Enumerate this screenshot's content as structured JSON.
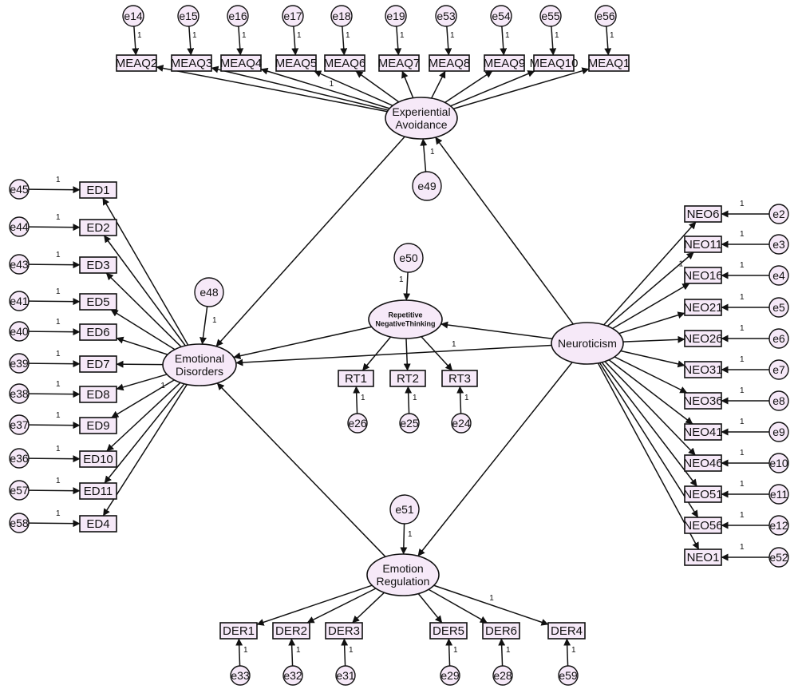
{
  "diagram": {
    "latents": {
      "ea": [
        "Experiential",
        "Avoidance"
      ],
      "ed": [
        "Emotional",
        "Disorders"
      ],
      "rnt": [
        "Repetitive",
        "NegativeThinking"
      ],
      "neu": [
        "Neuroticism"
      ],
      "er": [
        "Emotion",
        "Regulation"
      ]
    },
    "meaq": [
      {
        "item": "MEAQ2",
        "err": "e14"
      },
      {
        "item": "MEAQ3",
        "err": "e15"
      },
      {
        "item": "MEAQ4",
        "err": "e16"
      },
      {
        "item": "MEAQ5",
        "err": "e17"
      },
      {
        "item": "MEAQ6",
        "err": "e18"
      },
      {
        "item": "MEAQ7",
        "err": "e19"
      },
      {
        "item": "MEAQ8",
        "err": "e53"
      },
      {
        "item": "MEAQ9",
        "err": "e54"
      },
      {
        "item": "MEAQ10",
        "err": "e55"
      },
      {
        "item": "MEAQ1",
        "err": "e56"
      }
    ],
    "ed_items": [
      {
        "item": "ED1",
        "err": "e45"
      },
      {
        "item": "ED2",
        "err": "e44"
      },
      {
        "item": "ED3",
        "err": "e43"
      },
      {
        "item": "ED5",
        "err": "e41"
      },
      {
        "item": "ED6",
        "err": "e40"
      },
      {
        "item": "ED7",
        "err": "e39"
      },
      {
        "item": "ED8",
        "err": "e38"
      },
      {
        "item": "ED9",
        "err": "e37"
      },
      {
        "item": "ED10",
        "err": "e36"
      },
      {
        "item": "ED11",
        "err": "e57"
      },
      {
        "item": "ED4",
        "err": "e58"
      }
    ],
    "neo": [
      {
        "item": "NEO6",
        "err": "e2"
      },
      {
        "item": "NEO11",
        "err": "e3"
      },
      {
        "item": "NEO16",
        "err": "e4"
      },
      {
        "item": "NEO21",
        "err": "e5"
      },
      {
        "item": "NEO26",
        "err": "e6"
      },
      {
        "item": "NEO31",
        "err": "e7"
      },
      {
        "item": "NEO36",
        "err": "e8"
      },
      {
        "item": "NEO41",
        "err": "e9"
      },
      {
        "item": "NEO46",
        "err": "e10"
      },
      {
        "item": "NEO51",
        "err": "e11"
      },
      {
        "item": "NEO56",
        "err": "e12"
      },
      {
        "item": "NEO1",
        "err": "e52"
      }
    ],
    "rt": [
      {
        "item": "RT1",
        "err": "e26"
      },
      {
        "item": "RT2",
        "err": "e25"
      },
      {
        "item": "RT3",
        "err": "e24"
      }
    ],
    "der": [
      {
        "item": "DER1",
        "err": "e33"
      },
      {
        "item": "DER2",
        "err": "e32"
      },
      {
        "item": "DER3",
        "err": "e31"
      },
      {
        "item": "DER5",
        "err": "e29"
      },
      {
        "item": "DER6",
        "err": "e28"
      },
      {
        "item": "DER4",
        "err": "e59"
      }
    ],
    "disturbances": {
      "ea": "e49",
      "ed": "e48",
      "rnt": "e50",
      "er": "e51"
    },
    "weight_label": "1"
  }
}
